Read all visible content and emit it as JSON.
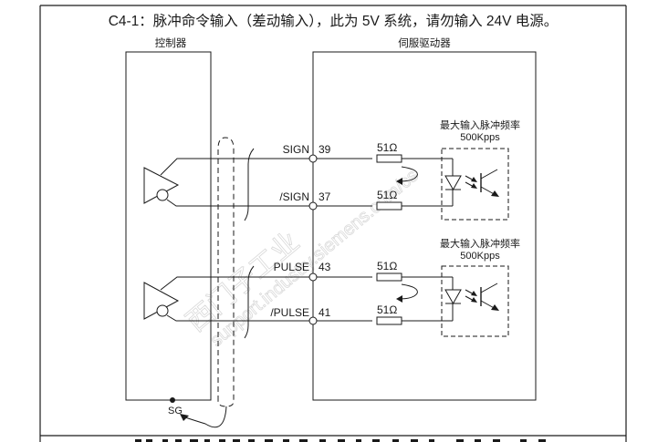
{
  "title": "C4-1：脉冲命令输入（差动输入），此为 5V 系统，请勿输入 24V 电源。",
  "controller": {
    "label": "控制器",
    "ground_label": "SG"
  },
  "servo_drive": {
    "label": "伺服驱动器"
  },
  "channels": [
    {
      "name": "sign",
      "pos_signal": "SIGN",
      "pos_pin": "39",
      "neg_signal": "/SIGN",
      "neg_pin": "37",
      "resistor_pos": "51Ω",
      "resistor_neg": "51Ω",
      "freq_label": "最大输入脉冲频率",
      "freq_value": "500Kpps"
    },
    {
      "name": "pulse",
      "pos_signal": "PULSE",
      "pos_pin": "43",
      "neg_signal": "/PULSE",
      "neg_pin": "41",
      "resistor_pos": "51Ω",
      "resistor_neg": "51Ω",
      "freq_label": "最大输入脉冲频率",
      "freq_value": "500Kpps"
    }
  ],
  "watermark": {
    "cn": "西门子工业",
    "url": "support.industry.siemens.com/cs"
  },
  "colors": {
    "line": "#1a1a1a",
    "watermark": "#d8d8d8",
    "background": "#ffffff"
  }
}
